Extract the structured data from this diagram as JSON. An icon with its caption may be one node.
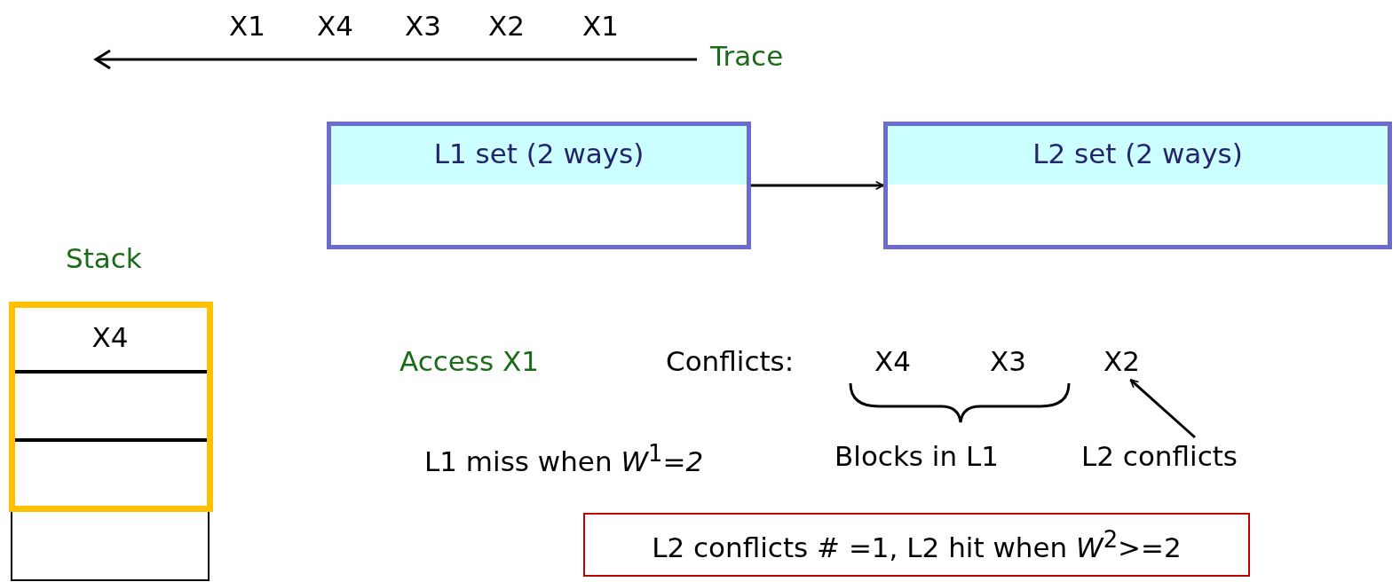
{
  "diagram": {
    "nodes": [
      {
        "text": [
          "L1 set (2 ways)"
        ]
      },
      {
        "text": [
          "L2 set (2 ways)"
        ]
      },
      {
        "text": [
          "Stack"
        ]
      },
      {
        "text": [
          "X4"
        ],
        "in": 2
      },
      {
        "text": [],
        "shape": "box",
        "in": 2
      },
      {
        "text": [],
        "shape": "box",
        "in": 2
      },
      {
        "text": [],
        "shape": "box"
      },
      {
        "text": [
          "X2"
        ]
      },
      {
        "text": [
          "L2 conflicts"
        ]
      },
      {
        "text": [
          "L2 conflicts # =1, L2 hit when *W*$^{2}$>=2"
        ]
      }
    ],
    "edges": [
      {
        "from": 0,
        "to": 1,
        "arrow": "to"
      },
      {
        "from": 8,
        "to": 7,
        "arrow": "to"
      }
    ],
    "labels": [
      "X1",
      "X4",
      "X3",
      "X2",
      "X1",
      "Trace",
      "Access X1",
      "Conflicts:",
      "X4",
      "X3",
      "L1 miss when *W*$^{1}$*=2*",
      "Blocks in L1"
    ]
  }
}
